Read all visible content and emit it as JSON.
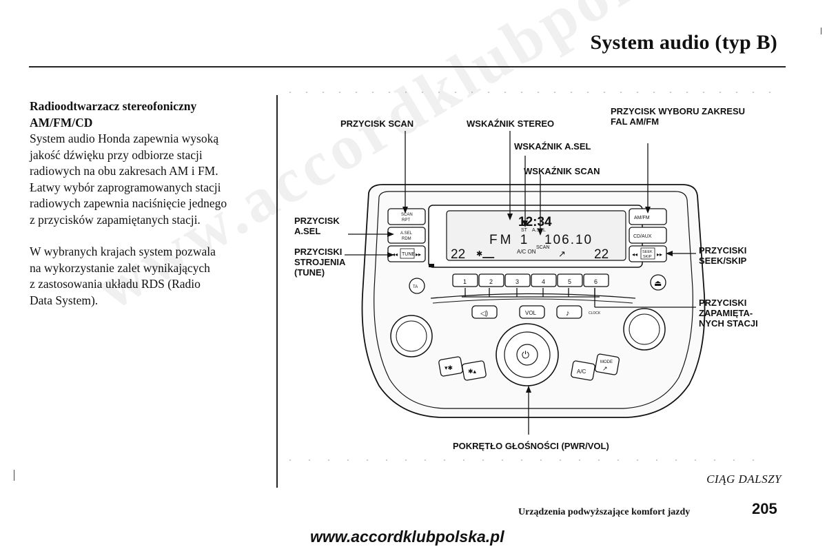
{
  "header": {
    "title": "System audio (typ B)"
  },
  "left_column": {
    "heading_line1": "Radioodtwarzacz stereofoniczny",
    "heading_line2": "AM/FM/CD",
    "paragraph1": [
      "System audio Honda zapewnia wysoką",
      "jakość dźwięku przy odbiorze stacji",
      "radiowych na obu zakresach AM i FM.",
      "Łatwy wybór zaprogramowanych stacji",
      "radiowych zapewnia naciśnięcie jednego",
      "z przycisków zapamiętanych stacji."
    ],
    "paragraph2": [
      "W wybranych krajach system pozwala",
      "na wykorzystanie zalet wynikających",
      "z zastosowania układu RDS (Radio",
      "Data System)."
    ]
  },
  "diagram": {
    "labels": {
      "scan_button": "PRZYCISK SCAN",
      "stereo_indicator": "WSKAŹNIK STEREO",
      "asel_indicator": "WSKAŹNIK A.SEL",
      "scan_indicator": "WSKAŹNIK SCAN",
      "band_button": "PRZYCISK WYBORU ZAKRESU\nFAL AM/FM",
      "asel_button": "PRZYCISK\nA.SEL",
      "tune_buttons": "PRZYCISKI\nSTROJENIA\n(TUNE)",
      "seek_buttons": "PRZYCISKI\nSEEK/SKIP",
      "preset_buttons": "PRZYCISKI\nZAPAMIĘTA-\nNYCH STACJI",
      "volume_knob": "POKRĘTŁO GŁOŚNOŚCI (PWR/VOL)"
    },
    "panel": {
      "scan_rpt": "SCAN RPT",
      "asel_rdm": "A.SEL RDM",
      "tune": "TUNE",
      "am_fm": "AM/FM",
      "cd_aux": "CD/AUX",
      "seek_skip": "SEEK SKIP",
      "vol": "VOL",
      "ac": "A/C",
      "mode": "MODE",
      "clock": "CLOCK",
      "display_time": "12:34",
      "display_band": "FM 1",
      "display_freq": "106.10",
      "display_temp_left": "22",
      "display_temp_right": "22",
      "display_st": "ST",
      "display_asel": "A.SEL",
      "display_scan": "SCAN",
      "display_acon": "A/C ON",
      "presets": [
        "1",
        "2",
        "3",
        "4",
        "5",
        "6"
      ]
    }
  },
  "footer": {
    "continued": "CIĄG DALSZY",
    "section": "Urządzenia podwyższające komfort jazdy",
    "page_number": "205",
    "url": "www.accordklubpolska.pl"
  },
  "watermark": {
    "text": "www.accordklubpolska.pl"
  }
}
